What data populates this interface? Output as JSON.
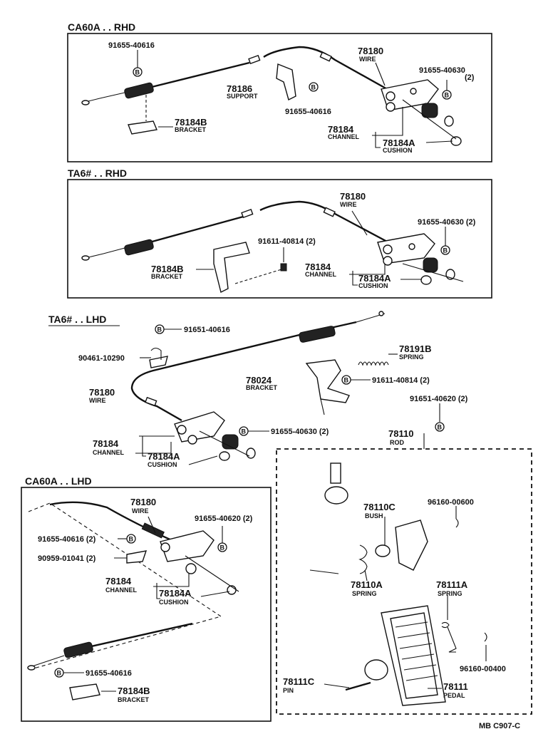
{
  "sections": {
    "ca60a_rhd": "CA60A . . RHD",
    "ta6_rhd": "TA6# . . RHD",
    "ta6_lhd": "TA6# . . LHD",
    "ca60a_lhd": "CA60A . . LHD"
  },
  "bolt_symbol": "B",
  "s1": {
    "p_91655_40616": "91655-40616",
    "p_78180": "78180",
    "n_wire": "WIRE",
    "p_91655_40630": "91655-40630",
    "q_2": "(2)",
    "p_78186": "78186",
    "n_support": "SUPPORT",
    "p_91655_40616b": "91655-40616",
    "p_78184b": "78184B",
    "n_bracket": "BRACKET",
    "p_78184": "78184",
    "n_channel": "CHANNEL",
    "p_78184a": "78184A",
    "n_cushion": "CUSHION"
  },
  "s2": {
    "p_78180": "78180",
    "n_wire": "WIRE",
    "p_91655_40630": "91655-40630 (2)",
    "p_91611_40814": "91611-40814 (2)",
    "p_78184b": "78184B",
    "n_bracket": "BRACKET",
    "p_78184": "78184",
    "n_channel": "CHANNEL",
    "p_78184a": "78184A",
    "n_cushion": "CUSHION"
  },
  "s3": {
    "p_91651_40616": "91651-40616",
    "p_90461_10290": "90461-10290",
    "p_78191b": "78191B",
    "n_spring": "SPRING",
    "p_78024": "78024",
    "n_bracket": "BRACKET",
    "p_91611_40814": "91611-40814 (2)",
    "p_78180": "78180",
    "n_wire": "WIRE",
    "p_91651_40620": "91651-40620 (2)",
    "p_78184": "78184",
    "n_channel": "CHANNEL",
    "p_91655_40630": "91655-40630 (2)",
    "p_78184a": "78184A",
    "n_cushion": "CUSHION"
  },
  "s4": {
    "p_78180": "78180",
    "n_wire": "WIRE",
    "p_91655_40620": "91655-40620 (2)",
    "p_91655_40616": "91655-40616 (2)",
    "p_90959_01041": "90959-01041 (2)",
    "p_78184": "78184",
    "n_channel": "CHANNEL",
    "p_78184a": "78184A",
    "n_cushion": "CUSHION",
    "p_91655_40616b": "91655-40616",
    "p_78184b": "78184B",
    "n_bracket": "BRACKET"
  },
  "s5": {
    "p_78110": "78110",
    "n_rod": "ROD",
    "p_78110c": "78110C",
    "n_bush": "BUSH",
    "p_96160_00600": "96160-00600",
    "p_78110a": "78110A",
    "n_spring": "SPRING",
    "p_78111a": "78111A",
    "n_spring2": "SPRING",
    "p_96160_00400": "96160-00400",
    "p_78111c": "78111C",
    "n_pin": "PIN",
    "p_78111": "78111",
    "n_pedal": "PEDAL"
  },
  "footer": {
    "code": "MB  C907-C"
  }
}
